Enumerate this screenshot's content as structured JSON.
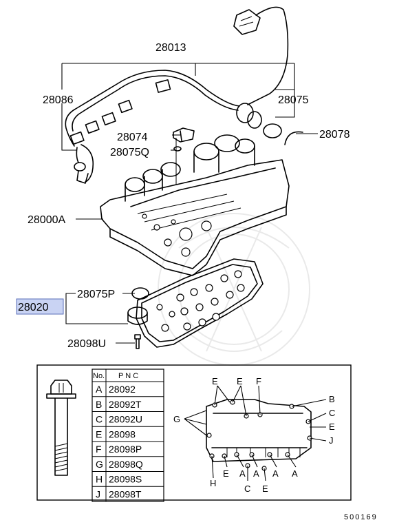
{
  "callouts": {
    "c28013": "28013",
    "c28086": "28086",
    "c28075": "28075",
    "c28074": "28074",
    "c28075q": "28075Q",
    "c28078": "28078",
    "c28000a": "28000A",
    "c28075p": "28075P",
    "c28020": "28020",
    "c28098u": "28098U"
  },
  "highlight_color": "#c9d3f3",
  "table": {
    "header_no": "No.",
    "header_pnc": "P N C",
    "rows": [
      {
        "no": "A",
        "pnc": "28092"
      },
      {
        "no": "B",
        "pnc": "28092T"
      },
      {
        "no": "C",
        "pnc": "28092U"
      },
      {
        "no": "E",
        "pnc": "28098"
      },
      {
        "no": "F",
        "pnc": "28098P"
      },
      {
        "no": "G",
        "pnc": "28098Q"
      },
      {
        "no": "H",
        "pnc": "28098S"
      },
      {
        "no": "J",
        "pnc": "28098T"
      }
    ]
  },
  "bolt_map": {
    "e1": "E",
    "e2": "E",
    "f": "F",
    "b": "B",
    "c1": "C",
    "e3": "E",
    "j": "J",
    "g": "G",
    "h": "H",
    "e4": "E",
    "a1": "A",
    "a2": "A",
    "a3": "A",
    "a4": "A",
    "c2": "C",
    "e5": "E"
  },
  "figure_code": "500169"
}
